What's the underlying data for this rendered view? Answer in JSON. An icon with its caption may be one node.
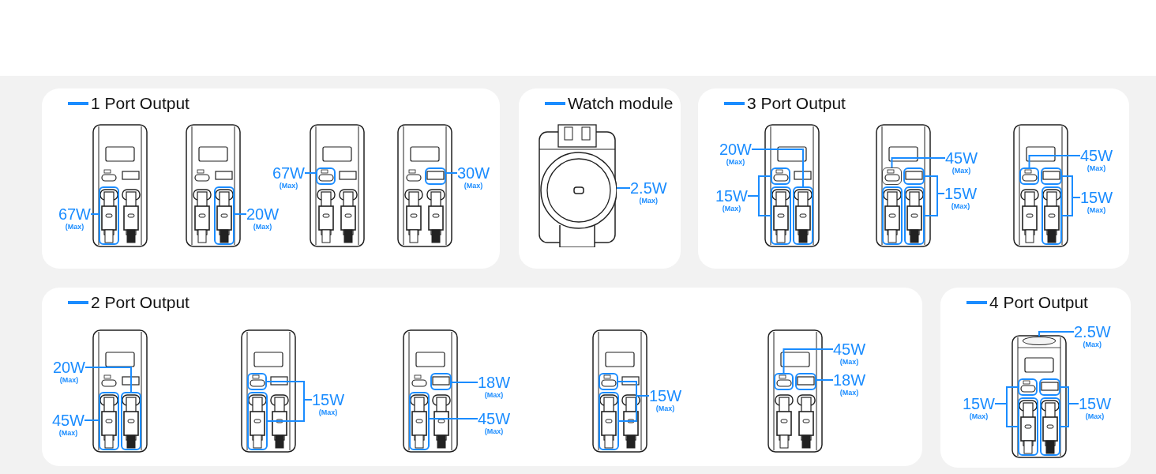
{
  "diagram": {
    "nodes": [
      {
        "text": [
          "1 Port Output"
        ]
      },
      {
        "text": [],
        "shape": "picture",
        "in": 0
      },
      {
        "text": [],
        "shape": "box",
        "in": 1
      },
      {
        "text": [],
        "shape": "picture",
        "in": 0
      },
      {
        "text": [],
        "shape": "box",
        "in": 3
      },
      {
        "text": [],
        "shape": "picture",
        "in": 0
      },
      {
        "text": [],
        "shape": "box",
        "in": 5
      },
      {
        "text": [],
        "shape": "picture",
        "in": 0
      },
      {
        "text": [],
        "shape": "box",
        "in": 7
      },
      {
        "text": [
          "67W",
          "(Max)"
        ],
        "in": 0
      },
      {
        "text": [
          "20W",
          "(Max)"
        ],
        "in": 0
      },
      {
        "text": [
          "67W",
          "(Max)"
        ],
        "in": 0
      },
      {
        "text": [
          "30W",
          "(Max)"
        ],
        "in": 0
      },
      {
        "text": [
          "Watch module"
        ]
      },
      {
        "text": [],
        "shape": "picture",
        "in": 13
      },
      {
        "text": [
          "2.5W",
          "(Max)"
        ],
        "in": 13
      },
      {
        "text": [
          "3 Port Output"
        ]
      },
      {
        "text": [],
        "shape": "picture",
        "in": 16
      },
      {
        "text": [],
        "shape": "box",
        "in": 17
      },
      {
        "text": [],
        "shape": "box",
        "in": 17
      },
      {
        "text": [],
        "shape": "box",
        "in": 17
      },
      {
        "text": [],
        "shape": "picture",
        "in": 16
      },
      {
        "text": [],
        "shape": "box",
        "in": 21
      },
      {
        "text": [],
        "shape": "box",
        "in": 21
      },
      {
        "text": [],
        "shape": "box",
        "in": 21
      },
      {
        "text": [],
        "shape": "box",
        "in": 21
      },
      {
        "text": [],
        "shape": "picture",
        "in": 16
      },
      {
        "text": [],
        "shape": "box",
        "in": 26
      },
      {
        "text": [],
        "shape": "box",
        "in": 26
      },
      {
        "text": [],
        "shape": "box",
        "in": 26
      },
      {
        "text": [
          "20W",
          "(Max)"
        ],
        "in": 16
      },
      {
        "text": [
          "15W",
          "(Max)"
        ],
        "in": 16
      },
      {
        "text": [
          "45W",
          "(Max)"
        ],
        "in": 16
      },
      {
        "text": [
          "15W",
          "(Max)"
        ],
        "in": 16
      },
      {
        "text": [
          "45W",
          "(Max)"
        ],
        "in": 16
      },
      {
        "text": [
          "15W",
          "(Max)"
        ],
        "in": 16
      },
      {
        "text": [
          "2 Port Output"
        ]
      },
      {
        "text": [],
        "shape": "picture",
        "in": 36
      },
      {
        "text": [],
        "shape": "box",
        "in": 37
      },
      {
        "text": [],
        "shape": "box",
        "in": 37
      },
      {
        "text": [],
        "shape": "picture",
        "in": 36
      },
      {
        "text": [],
        "shape": "box",
        "in": 40
      },
      {
        "text": [],
        "shape": "box",
        "in": 40
      },
      {
        "text": [],
        "shape": "picture",
        "in": 36
      },
      {
        "text": [],
        "shape": "box",
        "in": 43
      },
      {
        "text": [],
        "shape": "box",
        "in": 43
      },
      {
        "text": [],
        "shape": "picture",
        "in": 36
      },
      {
        "text": [],
        "shape": "box",
        "in": 46
      },
      {
        "text": [],
        "shape": "box",
        "in": 46
      },
      {
        "text": [],
        "shape": "picture",
        "in": 36
      },
      {
        "text": [],
        "shape": "box",
        "in": 49
      },
      {
        "text": [],
        "shape": "box",
        "in": 49
      },
      {
        "text": [
          "20W",
          "(Max)"
        ],
        "in": 36
      },
      {
        "text": [
          "45W",
          "(Max)"
        ],
        "in": 36
      },
      {
        "text": [
          "15W",
          "(Max)"
        ],
        "in": 36
      },
      {
        "text": [
          "18W",
          "(Max)"
        ],
        "in": 36
      },
      {
        "text": [
          "45W",
          "(Max)"
        ],
        "in": 36
      },
      {
        "text": [
          "15W",
          "(Max)"
        ],
        "in": 36
      },
      {
        "text": [
          "45W",
          "(Max)"
        ],
        "in": 36
      },
      {
        "text": [
          "18W",
          "(Max)"
        ],
        "in": 36
      },
      {
        "text": [
          "4 Port Output"
        ]
      },
      {
        "text": [],
        "shape": "picture",
        "in": 60
      },
      {
        "text": [],
        "shape": "box",
        "in": 61
      },
      {
        "text": [],
        "shape": "box",
        "in": 61
      },
      {
        "text": [],
        "shape": "box",
        "in": 61
      },
      {
        "text": [],
        "shape": "box",
        "in": 61
      },
      {
        "text": [],
        "shape": "box",
        "in": 61
      },
      {
        "text": [
          "2.5W",
          "(Max)"
        ],
        "in": 60
      },
      {
        "text": [
          "15W",
          "(Max)"
        ],
        "in": 60
      },
      {
        "text": [
          "15W",
          "(Max)"
        ],
        "in": 60
      }
    ],
    "edges": [
      {
        "from": 9,
        "to": 2,
        "arrow": "none"
      },
      {
        "from": 10,
        "to": 4,
        "arrow": "none"
      },
      {
        "from": 11,
        "to": 6,
        "arrow": "none"
      },
      {
        "from": 12,
        "to": 8,
        "arrow": "none"
      },
      {
        "from": 15,
        "to": 14,
        "arrow": "none"
      },
      {
        "from": 30,
        "to": 20,
        "arrow": "none"
      },
      {
        "from": 31,
        "to": 18,
        "arrow": "none"
      },
      {
        "from": 31,
        "to": 19,
        "arrow": "none"
      },
      {
        "from": 32,
        "to": 22,
        "arrow": "none"
      },
      {
        "from": 33,
        "to": 23,
        "arrow": "none"
      },
      {
        "from": 33,
        "to": 25,
        "arrow": "none"
      },
      {
        "from": 34,
        "to": 27,
        "arrow": "none"
      },
      {
        "from": 35,
        "to": 28,
        "arrow": "none"
      },
      {
        "from": 35,
        "to": 29,
        "arrow": "none"
      },
      {
        "from": 52,
        "to": 39,
        "arrow": "none"
      },
      {
        "from": 53,
        "to": 38,
        "arrow": "none"
      },
      {
        "from": 54,
        "to": 41,
        "arrow": "none"
      },
      {
        "from": 54,
        "to": 42,
        "arrow": "none"
      },
      {
        "from": 55,
        "to": 44,
        "arrow": "none"
      },
      {
        "from": 56,
        "to": 45,
        "arrow": "none"
      },
      {
        "from": 57,
        "to": 47,
        "arrow": "none"
      },
      {
        "from": 57,
        "to": 48,
        "arrow": "none"
      },
      {
        "from": 58,
        "to": 50,
        "arrow": "none"
      },
      {
        "from": 59,
        "to": 51,
        "arrow": "none"
      },
      {
        "from": 67,
        "to": 62,
        "arrow": "none"
      },
      {
        "from": 68,
        "to": 63,
        "arrow": "none"
      },
      {
        "from": 68,
        "to": 65,
        "arrow": "none"
      },
      {
        "from": 69,
        "to": 64,
        "arrow": "none"
      },
      {
        "from": 69,
        "to": 66,
        "arrow": "none"
      }
    ]
  }
}
